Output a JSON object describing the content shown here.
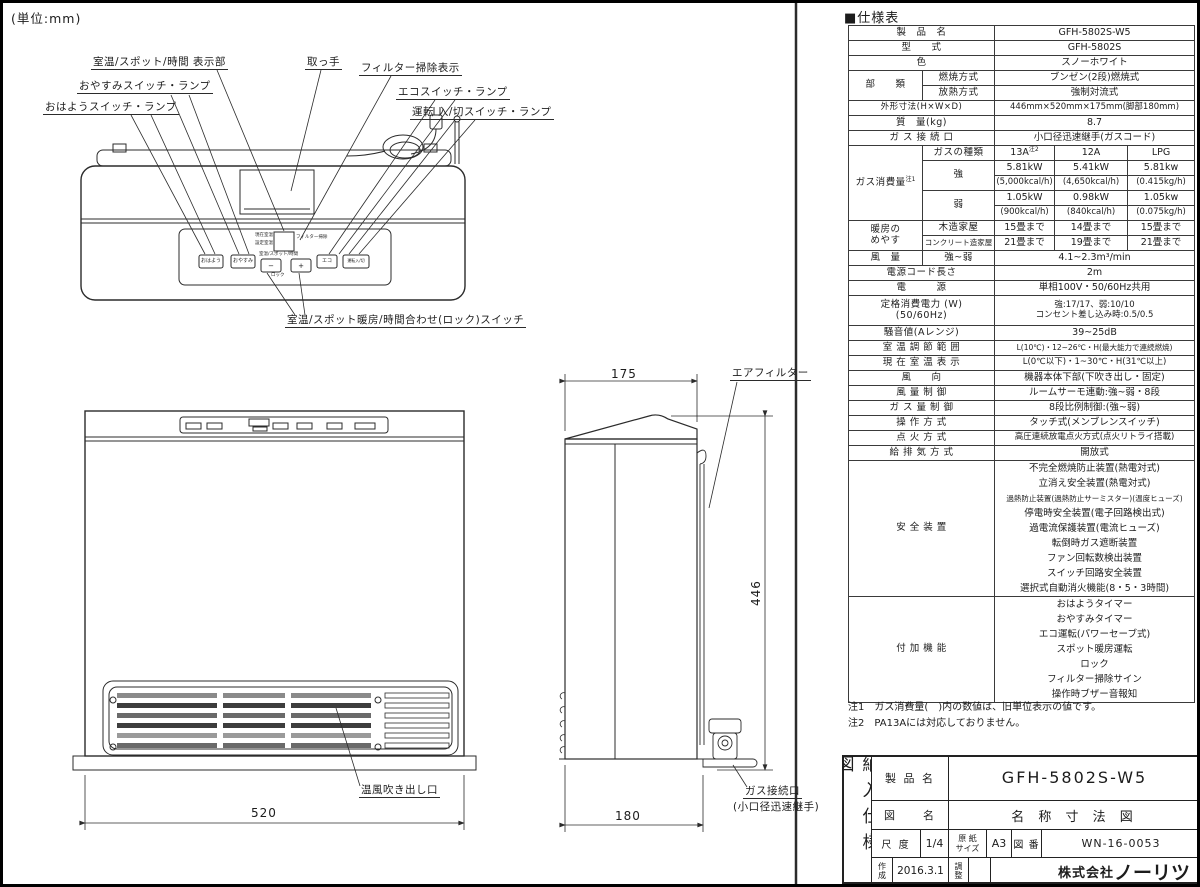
{
  "sheet": {
    "unit_note": "(単位:mm)"
  },
  "callouts": {
    "display_area": "室温/スポット/時間 表示部",
    "handle": "取っ手",
    "filter_sign": "フィルター掃除表示",
    "sleep_switch": "おやすみスイッチ・ランプ",
    "eco_switch": "エコスイッチ・ランプ",
    "wake_switch": "おはようスイッチ・ランプ",
    "power_switch": "運転 入/切スイッチ・ランプ",
    "temp_switch": "室温/スポット暖房/時間合わせ(ロック)スイッチ",
    "air_filter": "エアフィルター",
    "outlet": "温風吹き出し口",
    "gas_port": "ガス接続口",
    "gas_port_sub": "(小口径迅速継手)"
  },
  "panel": {
    "buttons": [
      "おはよう",
      "おやすみ",
      "−",
      "+",
      "エコ",
      "運転入/切"
    ],
    "display_left1": "現在室温",
    "display_left2": "設定室温",
    "display_right": "フィルター掃除",
    "display_bottom": "室温/スポット/時間",
    "lock": "ロック"
  },
  "dimensions": {
    "depth": "175",
    "width": "520",
    "height": "446",
    "foot": "180"
  },
  "spec": {
    "title": "■仕様表",
    "product_l": "製　品　名",
    "product_v": "GFH-5802S-W5",
    "model_l": "型　　式",
    "model_v": "GFH-5802S",
    "color_l": "色",
    "color_v": "スノーホワイト",
    "class_l": "部　　類",
    "combustion_l": "燃焼方式",
    "combustion_v": "ブンゼン(2段)燃焼式",
    "radiation_l": "放熱方式",
    "radiation_v": "強制対流式",
    "dim_l": "外形寸法(H×W×D)",
    "dim_v": "446mm×520mm×175mm(脚部180mm)",
    "mass_l": "質　量(kg)",
    "mass_v": "8.7",
    "gasconn_l": "ガ ス 接 続 口",
    "gasconn_v": "小口径迅速継手(ガスコード)",
    "consumption_l": "ガス消費量",
    "consumption_note": "注1",
    "gastype_l": "ガスの種類",
    "gastype_1": "13A",
    "gastype_1_note": "注2",
    "gastype_2": "12A",
    "gastype_3": "LPG",
    "strong_l": "強",
    "strong_1": "5.81kW",
    "strong_1b": "(5,000kcal/h)",
    "strong_2": "5.41kW",
    "strong_2b": "(4,650kcal/h)",
    "strong_3": "5.81kw",
    "strong_3b": "(0.415kg/h)",
    "weak_l": "弱",
    "weak_1": "1.05kW",
    "weak_1b": "(900kcal/h)",
    "weak_2": "0.98kW",
    "weak_2b": "(840kcal/h)",
    "weak_3": "1.05kw",
    "weak_3b": "(0.075kg/h)",
    "heating_l1": "暖房の",
    "heating_l2": "めやす",
    "wood_l": "木造家屋",
    "wood_1": "15畳まで",
    "wood_2": "14畳まで",
    "wood_3": "15畳まで",
    "concrete_l": "コンクリート造家屋",
    "concrete_1": "21畳まで",
    "concrete_2": "19畳まで",
    "concrete_3": "21畳まで",
    "airvol_l": "風　量",
    "airvol_sub": "強~弱",
    "airvol_v": "4.1~2.3m³/min",
    "cord_l": "電源コード長さ",
    "cord_v": "2m",
    "power_l": "電　　　源",
    "power_v": "単相100V・50/60Hz共用",
    "rated_l1": "定格消費電力 (W)",
    "rated_l2": "(50/60Hz)",
    "rated_v1": "強:17/17、弱:10/10",
    "rated_v2": "コンセント差し込み時:0.5/0.5",
    "noise_l": "騒音値(Aレンジ)",
    "noise_v": "39~25dB",
    "trange_l": "室 温 調 節 範 囲",
    "trange_v": "L(10℃)・12~26℃・H(最大能力で連続燃焼)",
    "tdisp_l": "現 在 室 温 表 示",
    "tdisp_v": "L(0℃以下)・1~30℃・H(31℃以上)",
    "winddir_l": "風　　向",
    "winddir_v": "機器本体下部(下吹き出し・固定)",
    "windctl_l": "風 量 制 御",
    "windctl_v": "ルームサーモ連動:強~弱・8段",
    "gasctl_l": "ガ ス 量 制 御",
    "gasctl_v": "8段比例制御:(強~弱)",
    "op_l": "操 作 方 式",
    "op_v": "タッチ式(メンブレンスイッチ)",
    "ign_l": "点 火 方 式",
    "ign_v": "高圧連続放電点火方式(点火リトライ搭載)",
    "vent_l": "給 排 気 方 式",
    "vent_v": "開放式",
    "safety_l": "安 全 装 置",
    "safety_items": [
      "不完全燃焼防止装置(熱電対式)",
      "立消え安全装置(熱電対式)",
      "過熱防止装置(過熱防止サーミスター)(温度ヒューズ)",
      "停電時安全装置(電子回路検出式)",
      "過電流保護装置(電流ヒューズ)",
      "転倒時ガス遮断装置",
      "ファン回転数検出装置",
      "スイッチ回路安全装置",
      "選択式自動消火機能(8・5・3時間)"
    ],
    "extra_l": "付 加 機 能",
    "extra_items": [
      "おはようタイマー",
      "おやすみタイマー",
      "エコ運転(パワーセーブ式)",
      "スポット暖房運転",
      "ロック",
      "フィルター掃除サイン",
      "操作時ブザー音報知"
    ]
  },
  "notes": {
    "note1": "注1　ガス消費量(　)内の数値は、旧単位表示の値です。",
    "note2": "注2　PA13Aには対応しておりません。"
  },
  "titleblock": {
    "side_label": "納入仕様図",
    "product_l": "製 品 名",
    "product_v": "GFH-5802S-W5",
    "drawing_l": "図　　名",
    "drawing_v": "名 称 寸 法 図",
    "scale_l": "尺 度",
    "scale_v": "1/4",
    "paper_l1": "原 紙",
    "paper_l2": "サイズ",
    "paper_v": "A3",
    "num_l": "図 番",
    "num_v": "WN-16-0053",
    "created_l1": "作",
    "created_l2": "成",
    "created_v": "2016.3.1",
    "adjust_l1": "調",
    "adjust_l2": "整",
    "company_prefix": "株式会社",
    "company_name": "ノーリツ"
  }
}
